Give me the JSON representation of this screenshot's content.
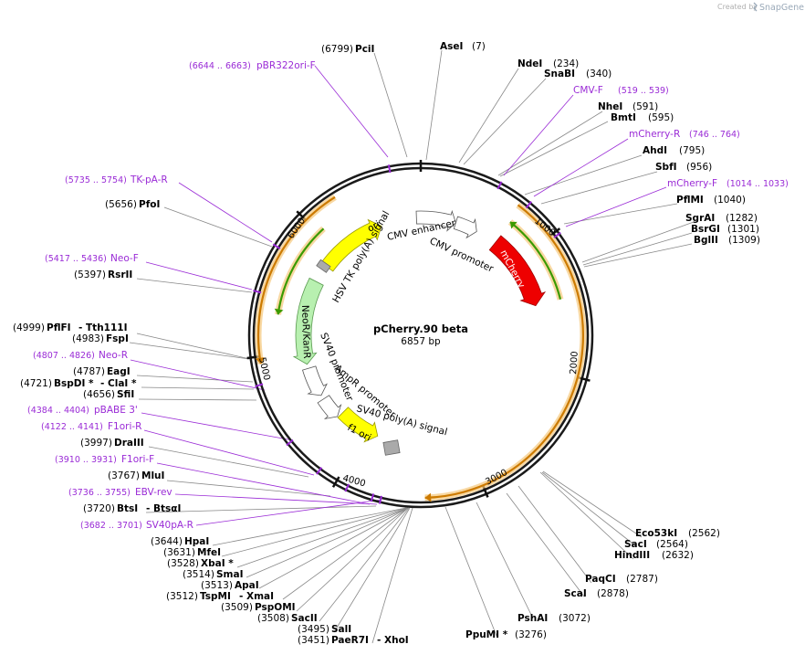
{
  "credit": {
    "prefix": "Created by",
    "brand": "SnapGene"
  },
  "plasmid": {
    "name": "pCherry.90 beta",
    "size": "6857 bp"
  },
  "ticks": [
    "1000",
    "2000",
    "3000",
    "4000",
    "5000",
    "6000"
  ],
  "features": {
    "mcherry": "mCherry",
    "ori": "ori",
    "f1ori": "f1 ori",
    "neokan": "NeoR/KanR",
    "cmv_enh": "CMV enhancer",
    "cmv_prom": "CMV promoter",
    "hsv_tk": "HSV TK poly(A) signal",
    "sv40_prom": "SV40 promoter",
    "ampr_prom": "AmpR promoter",
    "sv40_polya": "SV40 poly(A) signal"
  },
  "sites": [
    {
      "name": "PciI",
      "pos": "(6799)"
    },
    {
      "name": "AseI",
      "pos": "(7)"
    },
    {
      "name": "NdeI",
      "pos": "(234)"
    },
    {
      "name": "SnaBI",
      "pos": "(340)"
    },
    {
      "name": "NheI",
      "pos": "(591)"
    },
    {
      "name": "BmtI",
      "pos": "(595)"
    },
    {
      "name": "AhdI",
      "pos": "(795)"
    },
    {
      "name": "SbfI",
      "pos": "(956)"
    },
    {
      "name": "PflMI",
      "pos": "(1040)"
    },
    {
      "name": "SgrAI",
      "pos": "(1282)"
    },
    {
      "name": "BsrGI",
      "pos": "(1301)"
    },
    {
      "name": "BglII",
      "pos": "(1309)"
    },
    {
      "name": "PfoI",
      "pos": "(5656)"
    },
    {
      "name": "RsrII",
      "pos": "(5397)"
    },
    {
      "name": "PflFI",
      "pos": "(4999)",
      "extra": "- Tth111I"
    },
    {
      "name": "FspI",
      "pos": "(4983)"
    },
    {
      "name": "EagI",
      "pos": "(4787)"
    },
    {
      "name": "BspDI *",
      "pos": "(4721)",
      "extra": "- ClaI *"
    },
    {
      "name": "SfiI",
      "pos": "(4656)"
    },
    {
      "name": "DraIII",
      "pos": "(3997)"
    },
    {
      "name": "MluI",
      "pos": "(3767)"
    },
    {
      "name": "BtsI",
      "pos": "(3720)",
      "extra": "- BtsαI"
    },
    {
      "name": "HpaI",
      "pos": "(3644)"
    },
    {
      "name": "MfeI",
      "pos": "(3631)"
    },
    {
      "name": "XbaI *",
      "pos": "(3528)"
    },
    {
      "name": "SmaI",
      "pos": "(3514)"
    },
    {
      "name": "ApaI",
      "pos": "(3513)"
    },
    {
      "name": "TspMI",
      "pos": "(3512)",
      "extra": "- XmaI"
    },
    {
      "name": "PspOMI",
      "pos": "(3509)"
    },
    {
      "name": "SacII",
      "pos": "(3508)"
    },
    {
      "name": "SalI",
      "pos": "(3495)"
    },
    {
      "name": "PaeR7I",
      "pos": "(3451)",
      "extra": "- XhoI"
    },
    {
      "name": "PpuMI *",
      "pos": "(3276)"
    },
    {
      "name": "PshAI",
      "pos": "(3072)"
    },
    {
      "name": "ScaI",
      "pos": "(2878)"
    },
    {
      "name": "PaqCI",
      "pos": "(2787)"
    },
    {
      "name": "HindIII",
      "pos": "(2632)"
    },
    {
      "name": "SacI",
      "pos": "(2564)"
    },
    {
      "name": "Eco53kI",
      "pos": "(2562)"
    }
  ],
  "primers": [
    {
      "name": "pBR322ori-F",
      "range": "(6644 .. 6663)"
    },
    {
      "name": "CMV-F",
      "range": "(519 .. 539)"
    },
    {
      "name": "mCherry-R",
      "range": "(746 .. 764)"
    },
    {
      "name": "mCherry-F",
      "range": "(1014 .. 1033)"
    },
    {
      "name": "TK-pA-R",
      "range": "(5735 .. 5754)"
    },
    {
      "name": "Neo-F",
      "range": "(5417 .. 5436)"
    },
    {
      "name": "Neo-R",
      "range": "(4807 .. 4826)"
    },
    {
      "name": "pBABE 3'",
      "range": "(4384 .. 4404)"
    },
    {
      "name": "F1ori-R",
      "range": "(4122 .. 4141)"
    },
    {
      "name": "F1ori-F",
      "range": "(3910 .. 3931)"
    },
    {
      "name": "EBV-rev",
      "range": "(3736 .. 3755)"
    },
    {
      "name": "SV40pA-R",
      "range": "(3682 .. 3701)"
    }
  ],
  "colors": {
    "backbone": "#1a1a1a",
    "mcherry": "#ee0000",
    "ori": "#ffff00",
    "f1ori": "#ffff00",
    "neokan": "#b8f0b0",
    "orf_orange": "#cc7a00",
    "orf_green": "#3a9a00",
    "primer": "#9a2bd6"
  }
}
